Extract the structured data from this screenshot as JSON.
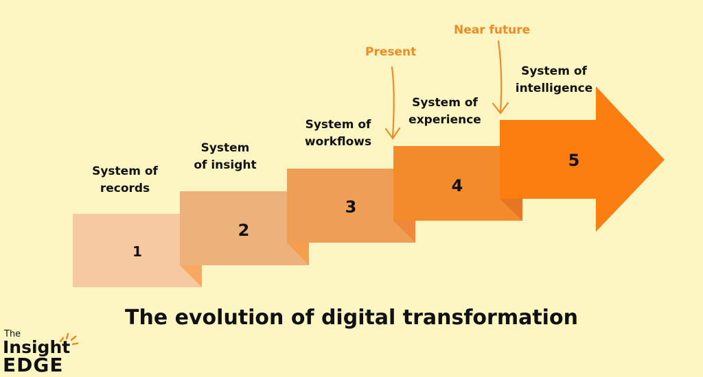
{
  "diagram": {
    "title": "The evolution of digital transformation",
    "steps": [
      {
        "number": "1",
        "line1": "System of",
        "line2": "records",
        "color": "#f6c9a2",
        "fold": "#f6a95f"
      },
      {
        "number": "2",
        "line1": "System",
        "line2": "of insight",
        "color": "#edb17c",
        "fold": "#f59e4e"
      },
      {
        "number": "3",
        "line1": "System of",
        "line2": "workflows",
        "color": "#ee9f55",
        "fold": "#f0883a"
      },
      {
        "number": "4",
        "line1": "System of",
        "line2": "experience",
        "color": "#f38a2c",
        "fold": "#e77624"
      },
      {
        "number": "5",
        "line1": "System of",
        "line2": "intelligence",
        "color": "#fc7d10"
      }
    ],
    "markers": [
      {
        "label": "Present",
        "color": "#f08a24"
      },
      {
        "label": "Near future",
        "color": "#f08a24"
      }
    ]
  },
  "logo": {
    "the": "The",
    "insight": "Insight",
    "edge": "EDGE",
    "accent": "#f08a24"
  }
}
